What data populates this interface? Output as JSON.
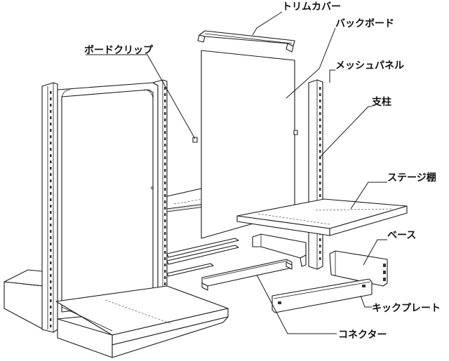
{
  "labels": {
    "trim_cover": "トリムカバー",
    "back_board": "バックボード",
    "board_clip": "ボードクリップ",
    "mesh_panel": "メッシュパネル",
    "post": "支柱",
    "stage_shelf": "ステージ棚",
    "base": "ベース",
    "kick_plate": "キックプレート",
    "connector": "コネクター"
  }
}
